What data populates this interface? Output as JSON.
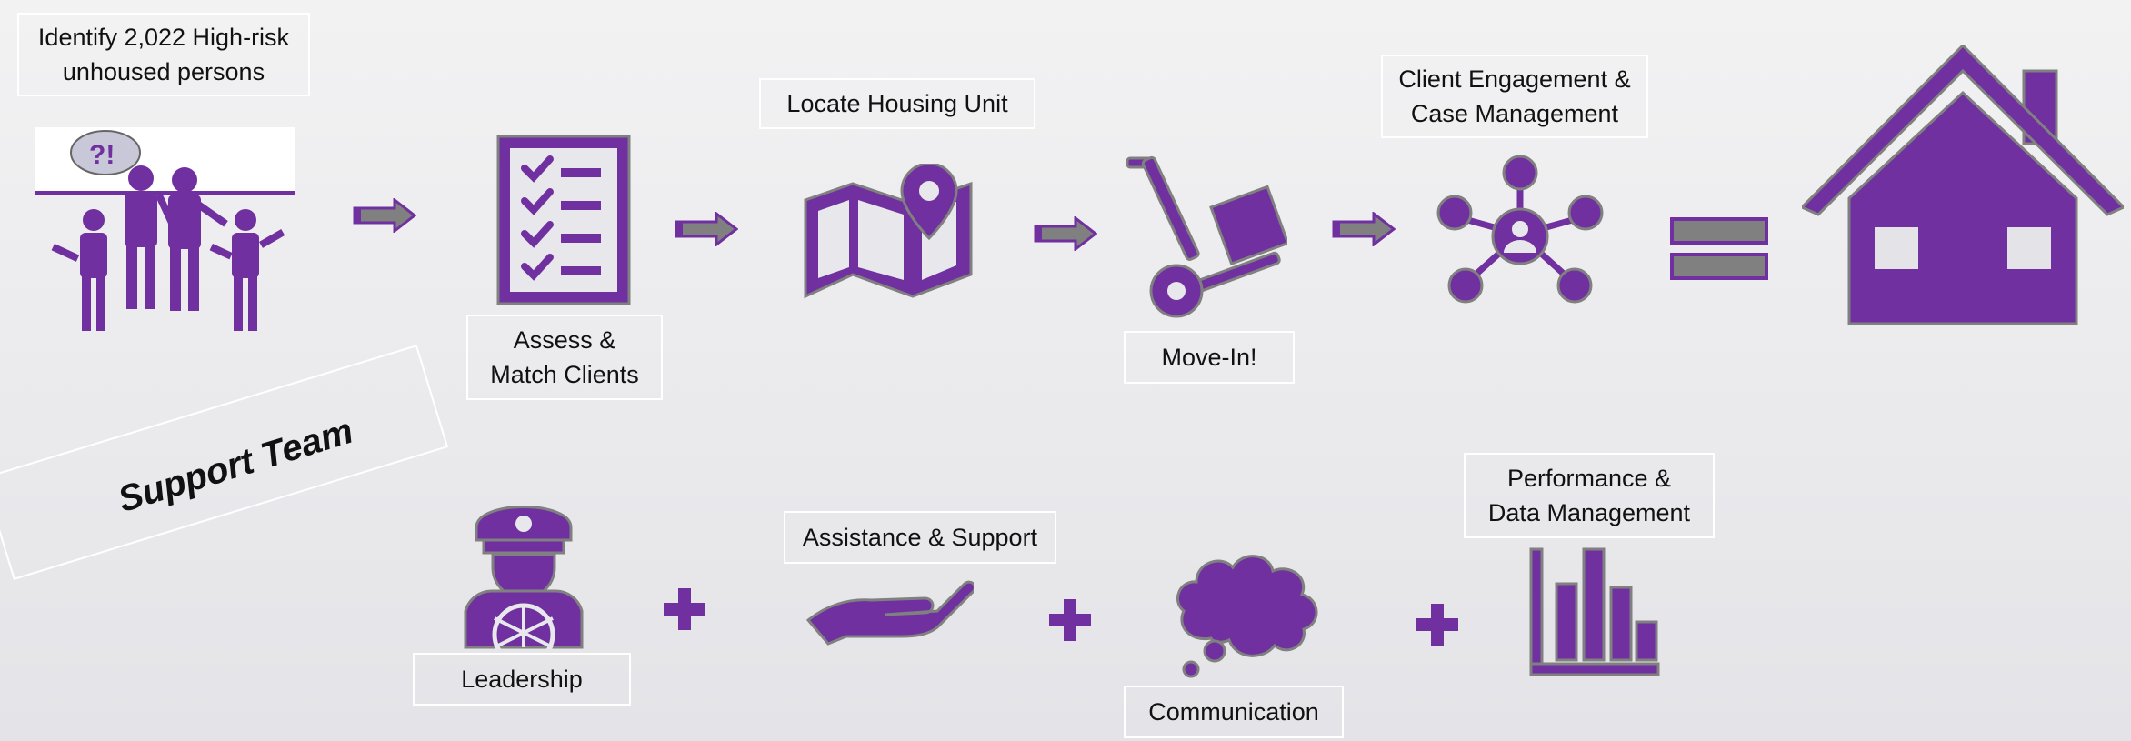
{
  "colors": {
    "purple": "#7030a0",
    "arrow_gray": "#808080",
    "border": "#ffffff"
  },
  "process": {
    "identify": "Identify 2,022 High-risk\nunhoused persons",
    "assess": "Assess &\nMatch Clients",
    "locate": "Locate Housing Unit",
    "move_in": "Move-In!",
    "engagement": "Client Engagement &\nCase Management"
  },
  "support": {
    "title": "Support Team",
    "leadership": "Leadership",
    "assistance": "Assistance  & Support",
    "communication": "Communication",
    "performance": "Performance &\nData Management"
  }
}
